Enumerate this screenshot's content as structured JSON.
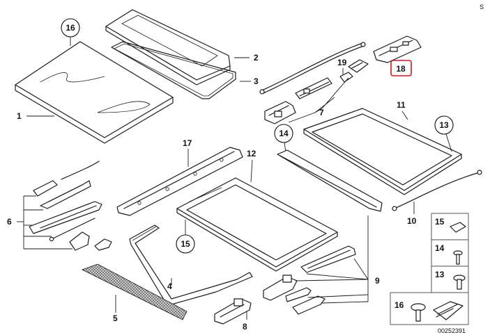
{
  "corner_mark": "S",
  "drawing_number": "00252391",
  "callouts": {
    "p1": "1",
    "p2": "2",
    "p3": "3",
    "p4": "4",
    "p5": "5",
    "p6": "6",
    "p7": "7",
    "p8": "8",
    "p9": "9",
    "p10": "10",
    "p11": "11",
    "p12": "12",
    "p13": "13",
    "p14": "14",
    "p15": "15",
    "p16": "16",
    "p17": "17",
    "p18": "18",
    "p19": "19"
  },
  "legend": {
    "l15": "15",
    "l14": "14",
    "l13": "13",
    "l16": "16"
  },
  "highlight": {
    "part": "18",
    "color": "#d7141a"
  }
}
